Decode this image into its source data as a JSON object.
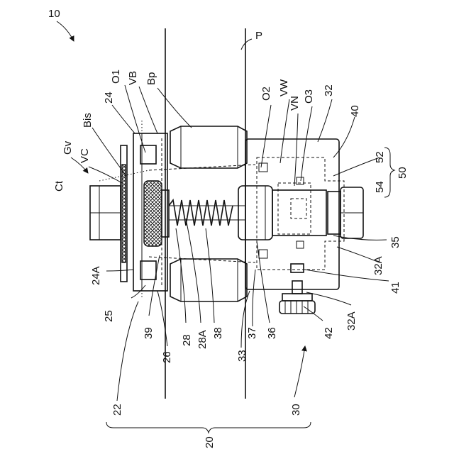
{
  "labels": {
    "n10": "10",
    "P": "P",
    "O1": "O1",
    "VB": "VB",
    "Bp": "Bp",
    "O2": "O2",
    "VW": "VW",
    "VN": "VN",
    "O3": "O3",
    "n32": "32",
    "n24": "24",
    "Bis": "Bis",
    "n40": "40",
    "Gv": "Gv",
    "VC": "VC",
    "Ct": "Ct",
    "n52": "52",
    "n50": "50",
    "n54": "54",
    "n35": "35",
    "n32A_a": "32A",
    "n24A": "24A",
    "n41": "41",
    "n25": "25",
    "n32A_b": "32A",
    "n39": "39",
    "n28": "28",
    "n28A": "28A",
    "n38": "38",
    "n37": "37",
    "n36": "36",
    "n42": "42",
    "n26": "26",
    "n33": "33",
    "n22": "22",
    "n30": "30",
    "n20": "20"
  }
}
